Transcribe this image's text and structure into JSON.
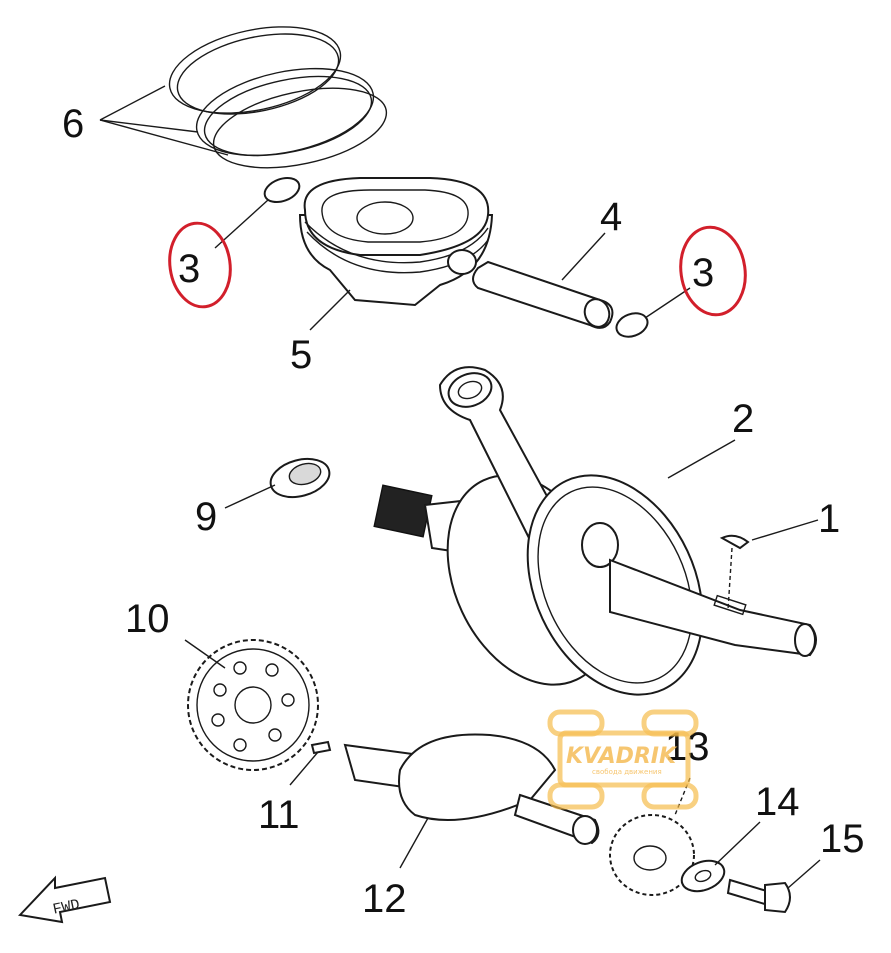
{
  "diagram": {
    "callouts": [
      {
        "id": "6",
        "label": "6"
      },
      {
        "id": "3a",
        "label": "3"
      },
      {
        "id": "4",
        "label": "4"
      },
      {
        "id": "3b",
        "label": "3"
      },
      {
        "id": "5",
        "label": "5"
      },
      {
        "id": "2",
        "label": "2"
      },
      {
        "id": "9",
        "label": "9"
      },
      {
        "id": "1",
        "label": "1"
      },
      {
        "id": "10",
        "label": "10"
      },
      {
        "id": "13",
        "label": "13"
      },
      {
        "id": "14",
        "label": "14"
      },
      {
        "id": "11",
        "label": "11"
      },
      {
        "id": "15",
        "label": "15"
      },
      {
        "id": "12",
        "label": "12"
      }
    ],
    "highlight_color": "#d21f2b",
    "fwd_label": "FWD"
  },
  "watermark": {
    "brand": "KVADRIK",
    "tagline": "свобода движения",
    "color": "#f6c061"
  }
}
